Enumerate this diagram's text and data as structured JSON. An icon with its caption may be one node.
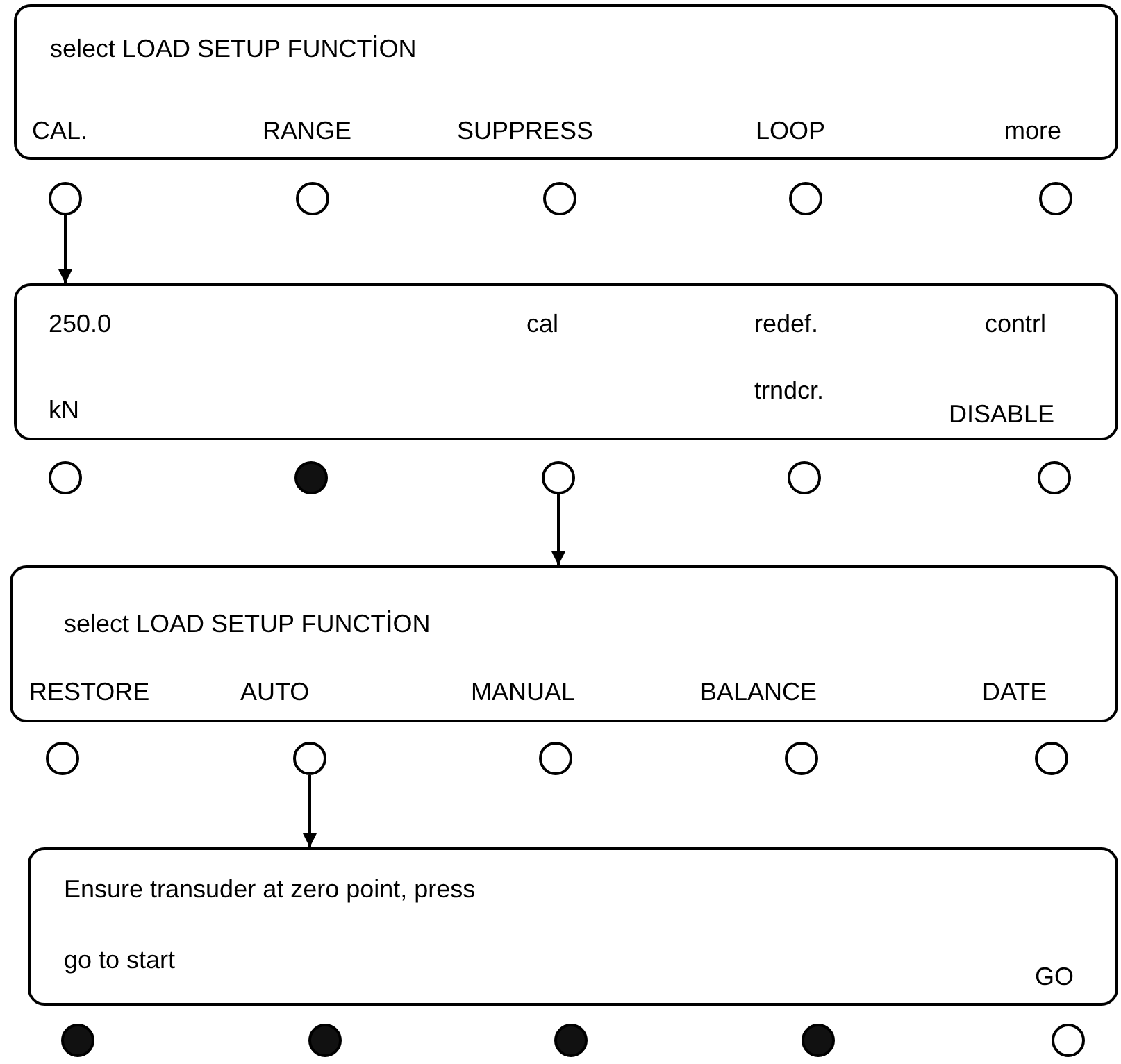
{
  "diagram": {
    "nodes": [
      {
        "text": [
          "select LOAD SETUP FUNCTİON",
          "CAL.",
          "RANGE",
          "SUPPRESS",
          "LOOP",
          "more"
        ]
      },
      {
        "text": [],
        "shape": "circle"
      },
      {
        "text": [],
        "shape": "circle"
      },
      {
        "text": [],
        "shape": "circle"
      },
      {
        "text": [],
        "shape": "circle"
      },
      {
        "text": [],
        "shape": "circle"
      },
      {
        "text": [
          "250.0",
          "cal",
          "redef.",
          "contrl",
          "trndcr.",
          "kN",
          "DISABLE"
        ]
      },
      {
        "text": [],
        "shape": "circle"
      },
      {
        "text": [],
        "shape": "dot"
      },
      {
        "text": [],
        "shape": "circle"
      },
      {
        "text": [],
        "shape": "circle"
      },
      {
        "text": [],
        "shape": "circle"
      },
      {
        "text": [
          "select LOAD SETUP FUNCTİON",
          "RESTORE",
          "AUTO",
          "MANUAL",
          "BALANCE",
          "DATE"
        ]
      },
      {
        "text": [],
        "shape": "circle"
      },
      {
        "text": [],
        "shape": "circle"
      },
      {
        "text": [],
        "shape": "circle"
      },
      {
        "text": [],
        "shape": "circle"
      },
      {
        "text": [],
        "shape": "circle"
      },
      {
        "text": [
          "Ensure transuder at zero point, press",
          "go to start",
          "GO"
        ]
      },
      {
        "text": [],
        "shape": "dot"
      },
      {
        "text": [],
        "shape": "dot"
      },
      {
        "text": [],
        "shape": "dot"
      },
      {
        "text": [],
        "shape": "dot"
      },
      {
        "text": [],
        "shape": "circle"
      }
    ],
    "edges": [
      {
        "from": 1,
        "to": 6,
        "arrow": "to"
      },
      {
        "from": 9,
        "to": 12,
        "arrow": "to"
      },
      {
        "from": 14,
        "to": 18,
        "arrow": "to"
      }
    ]
  }
}
